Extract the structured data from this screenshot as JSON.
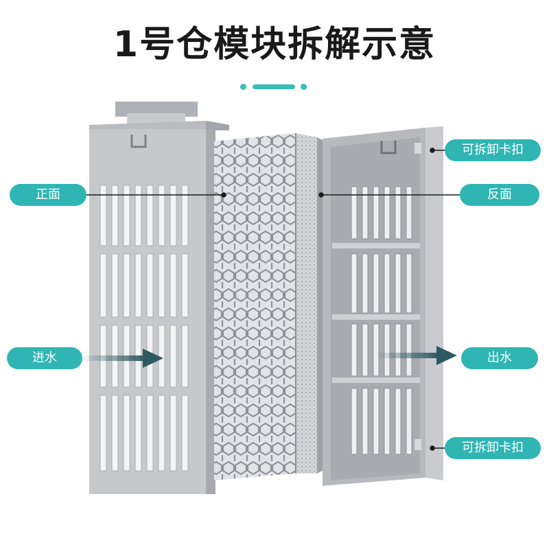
{
  "title": "1号仓模块拆解示意",
  "colors": {
    "accent": "#2fb5b3",
    "panel": "#c3c5c9",
    "panel_dark": "#a9acb1"
  },
  "labels": {
    "front": "正面",
    "back": "反面",
    "water_in": "进水",
    "water_out": "出水",
    "clip_top": "可拆卸卡扣",
    "clip_bottom": "可拆卸卡扣"
  }
}
